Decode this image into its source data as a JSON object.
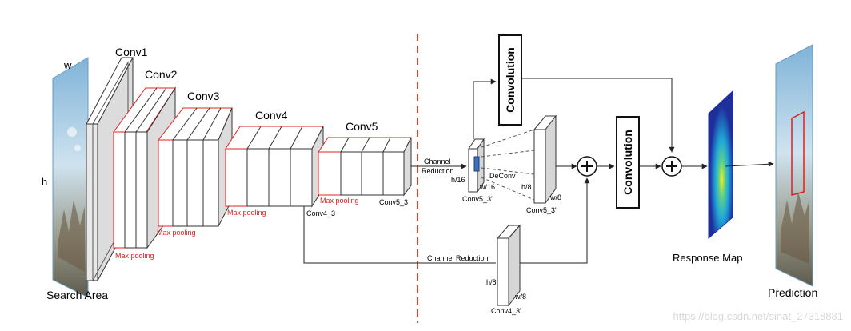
{
  "labels": {
    "w": "w",
    "h": "h",
    "search_area": "Search Area",
    "conv1": "Conv1",
    "conv2": "Conv2",
    "conv3": "Conv3",
    "conv4": "Conv4",
    "conv5": "Conv5",
    "max_pooling": "Max pooling",
    "conv4_3": "Conv4_3",
    "conv5_3": "Conv5_3",
    "channel_reduction_top": [
      "Channel",
      "Reduction"
    ],
    "h16": "h/16",
    "w16": "w/16",
    "conv5_3_prime": "Conv5_3'",
    "deconv": "DeConv",
    "h8_top": "h/8",
    "w8_top": "w/8",
    "conv5_3_dprime": "Conv5_3''",
    "channel_reduction_bottom": "Channel Reduction",
    "h8_bottom": "h/8",
    "w8_bottom": "w/8",
    "conv4_3_prime": "Conv4_3'",
    "convolution": "Convolution",
    "response_map": "Response Map",
    "prediction": "Prediction",
    "plus": "+"
  },
  "watermark": "https://blog.csdn.net/sinat_27318881",
  "colors": {
    "red": "#e02020",
    "dash": "#e8412a",
    "line": "#333333"
  }
}
